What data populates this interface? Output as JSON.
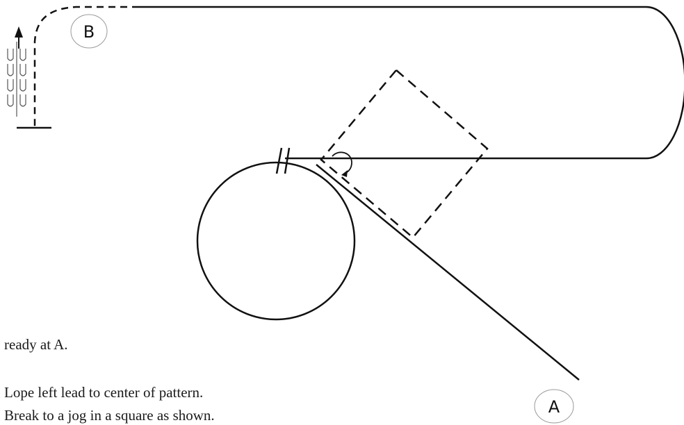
{
  "labels": {
    "start": "A",
    "finish": "B"
  },
  "instructions": {
    "line1": "ready at A.",
    "line2": "Lope left lead to center of  pattern.",
    "line3": "Break to a jog in a square as shown."
  },
  "icons": {
    "finish_arrow": "arrow-up-icon",
    "backup_tracks": "hoof-print-icon"
  },
  "colors": {
    "ink": "#111111"
  }
}
